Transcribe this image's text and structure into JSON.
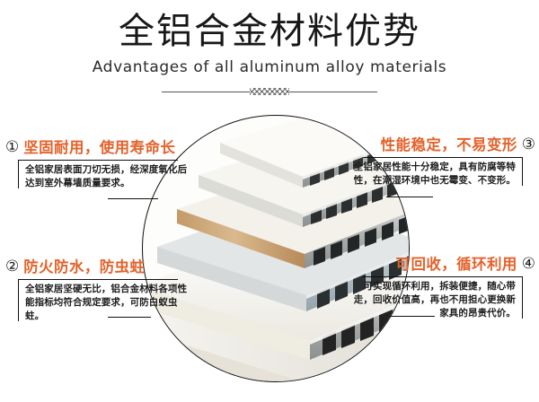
{
  "header": {
    "title_cn": "全铝合金材料优势",
    "title_en": "Advantages of all aluminum alloy materials",
    "divider_icon": "zigzag-divider"
  },
  "colors": {
    "heading_orange": "#E4622B",
    "text_dark": "#1d1d1d",
    "line_black": "#111111",
    "background": "#ffffff"
  },
  "product": {
    "icon": "stacked-aluminum-honeycomb-panels",
    "caption": ""
  },
  "features": [
    {
      "number": "①",
      "heading": "坚固耐用，使用寿命长",
      "body": "全铝家居表面刀切无损，经深度氧化后达到室外幕墙质量要求。",
      "side": "left"
    },
    {
      "number": "②",
      "heading": "防火防水，防虫蛀",
      "body": "全铝家居坚硬无比，铝合金材料各项性能指标均符合规定要求，可防白蚁虫蛀。",
      "side": "left"
    },
    {
      "number": "③",
      "heading": "性能稳定，不易变形",
      "body": "全铝家居性能十分稳定，具有防腐等特性，在潮湿环境中也无霉变、不变形。",
      "side": "right"
    },
    {
      "number": "④",
      "heading": "可回收，循环利用",
      "body": "可实现循环利用，拆装便捷，随心带走，回收价值高，再也不用担心更换新家具的昂贵代价。",
      "side": "right"
    }
  ]
}
